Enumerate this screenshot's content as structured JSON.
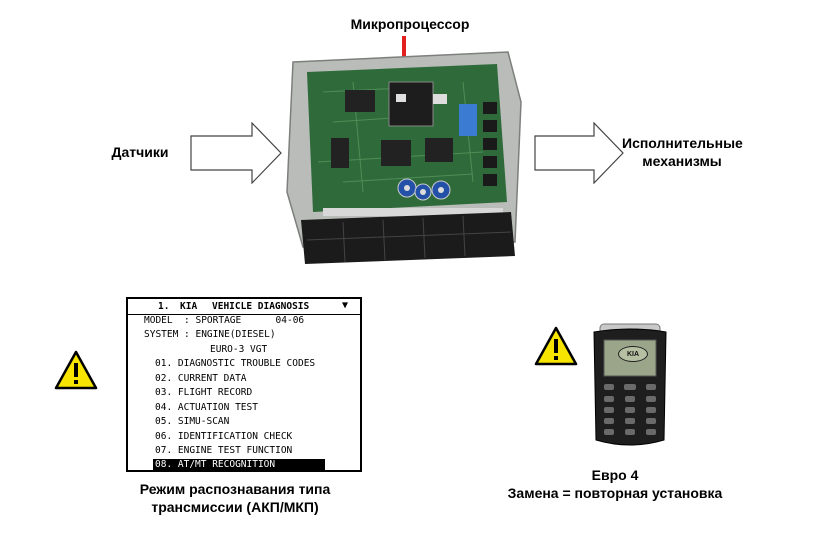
{
  "labels": {
    "microprocessor": "Микропроцессор",
    "sensors": "Датчики",
    "actuators_line1": "Исполнительные",
    "actuators_line2": "механизмы",
    "recognition_line1": "Режим распознавания типа",
    "recognition_line2": "трансмиссии (АКП/МКП)",
    "euro_line1": "Евро 4",
    "euro_line2": "Замена = повторная установка"
  },
  "screen": {
    "header": {
      "number": "1.",
      "brand": "KIA",
      "title": "VEHICLE DIAGNOSIS",
      "arrow": "▼"
    },
    "model_line": "MODEL  : SPORTAGE      04-06",
    "system_line": "SYSTEM : ENGINE(DIESEL)",
    "variant_line": "EURO-3 VGT",
    "menu": [
      "01. DIAGNOSTIC TROUBLE CODES",
      "02. CURRENT DATA",
      "03. FLIGHT RECORD",
      "04. ACTUATION TEST",
      "05. SIMU-SCAN",
      "06. IDENTIFICATION CHECK",
      "07. ENGINE TEST FUNCTION"
    ],
    "selected_item": "08. AT/MT RECOGNITION"
  },
  "device": {
    "logo": "KIA"
  },
  "icons": {
    "warning_left": "warning-triangle-icon",
    "warning_right": "warning-triangle-icon"
  },
  "colors": {
    "warning_fill": "#f7e400",
    "pcb_green": "#2f6b3a",
    "capacitor_blue": "#2451a8"
  }
}
